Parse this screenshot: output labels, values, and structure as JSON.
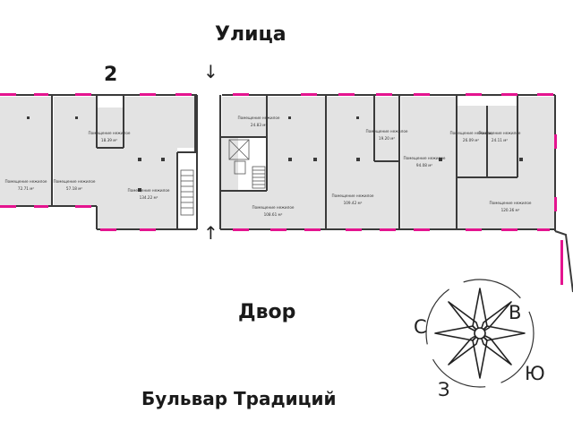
{
  "labels": {
    "street": "Улица",
    "yard": "Двор",
    "boulevard": "Бульвар Традиций",
    "section": "2"
  },
  "compass": {
    "n": "С",
    "e": "В",
    "s": "Ю",
    "w": "З"
  },
  "room_title": "Помещение нежилое",
  "rooms": [
    {
      "id": "r1",
      "area": "72.71 м²"
    },
    {
      "id": "r2",
      "area": "57.18 м²"
    },
    {
      "id": "r3",
      "area": "18.39 м²"
    },
    {
      "id": "r4",
      "area": "134.22 м²"
    },
    {
      "id": "r5",
      "area": "24.83 м²"
    },
    {
      "id": "r6",
      "area": "108.61 м²"
    },
    {
      "id": "r7",
      "area": "109.42 м²"
    },
    {
      "id": "r8",
      "area": "19.20 м²"
    },
    {
      "id": "r9",
      "area": "94.08 м²"
    },
    {
      "id": "r10",
      "area": "26.09 м²"
    },
    {
      "id": "r11",
      "area": "24.11 м²"
    },
    {
      "id": "r12",
      "area": "120.36 м²"
    }
  ],
  "colors": {
    "room_fill": "#e3e3e3",
    "wall": "#3a3a3a",
    "window": "#e4148f",
    "background": "#ffffff"
  }
}
